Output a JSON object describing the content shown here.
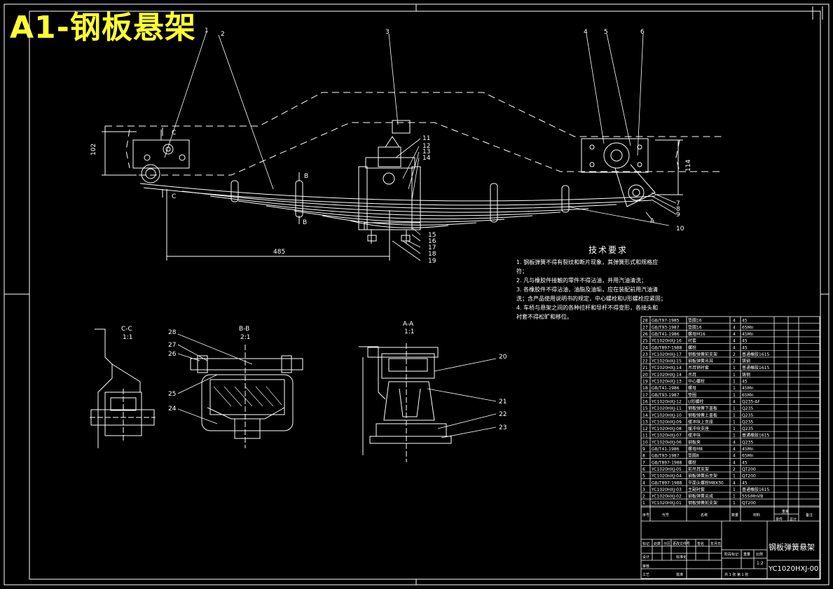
{
  "title": "A1-钢板悬架",
  "colors": {
    "background": "#000000",
    "lines": "#ffffff",
    "title": "#ffff33"
  },
  "callouts": [
    "1",
    "2",
    "3",
    "4",
    "5",
    "6",
    "7",
    "8",
    "9",
    "10",
    "11",
    "12",
    "13",
    "14",
    "15",
    "16",
    "17",
    "18",
    "19",
    "20",
    "21",
    "22",
    "23",
    "24",
    "25",
    "26",
    "27",
    "28"
  ],
  "dims": {
    "d102": "102",
    "d114": "114",
    "d485": "485"
  },
  "section_marks": {
    "b": "B",
    "c": "C",
    "a": "A"
  },
  "views": {
    "cc": {
      "name": "C-C",
      "scale": "1:1"
    },
    "bb": {
      "name": "B-B",
      "scale": "2:1"
    },
    "aa": {
      "name": "A-A",
      "scale": "1:1"
    }
  },
  "tech": {
    "heading": "技术要求",
    "lines": [
      "1. 钢板弹簧不得有裂纹和断片现象，其弹簧形式和规格应",
      "符；",
      "2. 凡与橡胶件接触的零件不得沾油，并用汽油清洗；",
      "3. 各橡胶件不得沾油，油脂及油垢，应在装配前用汽油清",
      "洗；含产品使用说明书的规定，中心螺栓和U形螺栓应紧固；",
      "4. 车桥与悬架之间的各种拉杆和导杆不得变形，各接头和",
      "衬套不得松旷和移位。"
    ]
  },
  "bom": {
    "rows": [
      [
        "28",
        "GB/T97-1985",
        "垫圈16",
        "4",
        "45"
      ],
      [
        "27",
        "GB/T93-1987",
        "垫圈16",
        "4",
        "65Mn"
      ],
      [
        "26",
        "GB/T41-1986",
        "螺母M16",
        "4",
        "45Mn"
      ],
      [
        "25",
        "YC1020HXJ-16",
        "衬套",
        "4",
        "45"
      ],
      [
        "24",
        "GB/T897-1988",
        "螺栓",
        "4",
        "45"
      ],
      [
        "23",
        "YC1020HXJ-17",
        "钢板弹簧前支架",
        "2",
        "普通橡胶1615"
      ],
      [
        "22",
        "YC1020HXJ-15",
        "钢板弹簧吊耳",
        "2",
        "铸钢"
      ],
      [
        "21",
        "YC1020HXJ-14",
        "吊耳销衬套",
        "1",
        "普通橡胶1615"
      ],
      [
        "20",
        "YC1020HXJ-14",
        "吊耳",
        "1",
        "铸钢"
      ],
      [
        "19",
        "YC1020HXJ-13",
        "中心螺栓",
        "1",
        "45"
      ],
      [
        "18",
        "GB/T41-1986",
        "螺母",
        "1",
        "45Mn"
      ],
      [
        "17",
        "GB/T93-1987",
        "垫圈",
        "1",
        "65Mn"
      ],
      [
        "16",
        "YC1020HXJ-12",
        "U形螺栓",
        "4",
        "Q235-AF"
      ],
      [
        "15",
        "YC1020HXJ-11",
        "钢板弹簧下盖板",
        "1",
        "Q235"
      ],
      [
        "14",
        "YC1020HXJ-10",
        "钢板弹簧上盖板",
        "1",
        "Q235"
      ],
      [
        "13",
        "YC1020HXJ-09",
        "缓冲块上支座",
        "1",
        "Q235"
      ],
      [
        "12",
        "YC1020HXJ-08",
        "缓冲块支座",
        "1",
        "Q235"
      ],
      [
        "11",
        "YC1020HXJ-07",
        "缓冲块",
        "1",
        "普通橡胶1615"
      ],
      [
        "10",
        "YC1020HXJ-06",
        "钢板夹",
        "4",
        "Q235"
      ],
      [
        "9",
        "GB/T41-1986",
        "螺母M8",
        "4",
        "45Mn"
      ],
      [
        "8",
        "GB/T93-1987",
        "垫圈8",
        "4",
        "65Mn"
      ],
      [
        "7",
        "GB/T897-1988",
        "螺栓",
        "4",
        "45"
      ],
      [
        "6",
        "YC1020HXJ-05",
        "前吊耳支架",
        "2",
        "QT200"
      ],
      [
        "5",
        "YC1020HXJ-04",
        "钢板弹簧后支架",
        "1",
        "QT200"
      ],
      [
        "4",
        "GB/T897-1988",
        "平面头螺栓M8X30",
        "4",
        "45"
      ],
      [
        "3",
        "YC1020HXJ-03",
        "主副衬套",
        "1",
        "普通橡胶1615"
      ],
      [
        "2",
        "YC1020HXJ-02",
        "钢板弹簧总成",
        "1",
        "55SiMnVB"
      ],
      [
        "1",
        "YC1020HXJ-01",
        "钢板弹簧前支架",
        "1",
        "QT200"
      ]
    ],
    "header": [
      "序号",
      "代号",
      "名称",
      "数量",
      "材料",
      "单件",
      "总计",
      "备注"
    ],
    "header_mass": "重量",
    "title_name": "钢板弹簧悬架",
    "drawing_no": "YC1020HXJ-00",
    "scale": "1:2",
    "sheet": "共 1 张 第 1 张",
    "stage_mark": "阶段标记",
    "weight": "重量",
    "ratio": "比例",
    "labels": [
      "标记",
      "处数",
      "分区",
      "更改文件号",
      "签名",
      "年月日",
      "设计",
      "标准化",
      "审核",
      "工艺",
      "批准"
    ]
  }
}
